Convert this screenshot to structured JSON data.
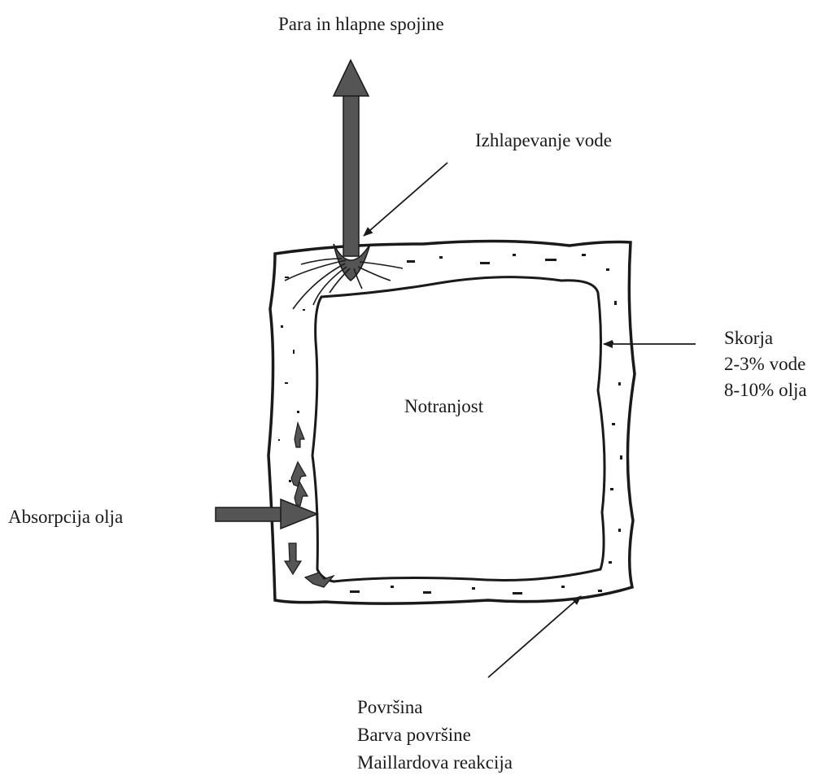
{
  "labels": {
    "steam": "Para in hlapne spojine",
    "evaporation": "Izhlapevanje vode",
    "crust_title": "Skorja",
    "crust_water": "2-3% vode",
    "crust_oil": "8-10% olja",
    "interior": "Notranjost",
    "oil_absorption": "Absorpcija olja",
    "surface_title": "Površina",
    "surface_color": "Barva površine",
    "surface_reaction": "Maillardova reakcija"
  },
  "colors": {
    "ink": "#1a1a1a",
    "arrow_fill": "#555555"
  }
}
